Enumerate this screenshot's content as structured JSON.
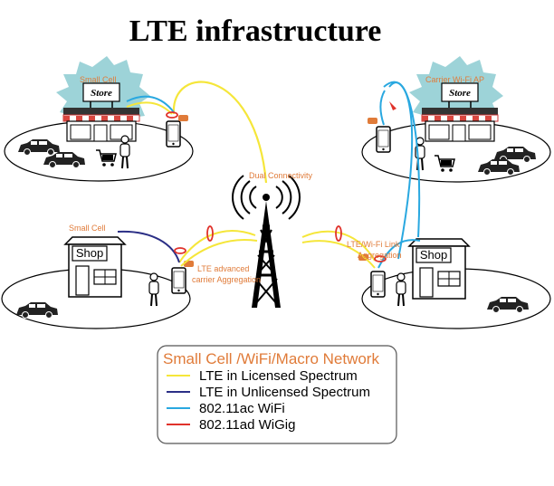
{
  "title": "LTE infrastructure",
  "labels": {
    "small_cell_top": "Small Cell",
    "carrier_wifi_ap": "Carrier Wi-Fi AP",
    "dual_connectivity": "Dual Connectivity",
    "small_cell_left": "Small Cell",
    "lte_advanced_line1": "LTE advanced",
    "lte_advanced_line2": "carrier Aggregation",
    "lte_wifi_line1": "LTE/Wi-Fi Link",
    "lte_wifi_line2": "Aggregation",
    "store": "Store",
    "shop": "Shop"
  },
  "legend": {
    "title": "Small Cell /WiFi/Macro Network",
    "items": [
      {
        "label": "LTE in Licensed Spectrum",
        "color": "#f5e63a"
      },
      {
        "label": "LTE in Unlicensed Spectrum",
        "color": "#2b2f86"
      },
      {
        "label": "802.11ac WiFi",
        "color": "#29a8e0"
      },
      {
        "label": "802.11ad WiGig",
        "color": "#e0322b"
      }
    ]
  },
  "colors": {
    "licensed": "#f5e63a",
    "unlicensed": "#2b2f86",
    "wifi": "#29a8e0",
    "wigig": "#e0322b",
    "label_orange": "#e07b39",
    "blob_teal": "#9dd3d8"
  }
}
